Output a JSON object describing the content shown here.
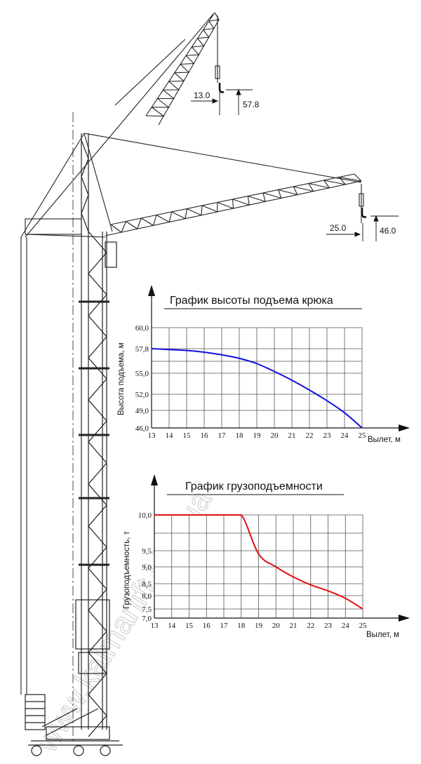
{
  "watermark": "www.kalmarlift.kiev.ua",
  "crane": {
    "dimensions": {
      "upper_reach": "13.0",
      "upper_height": "57.8",
      "lower_reach": "25.0",
      "lower_height": "46.0"
    },
    "icons": [
      "hook-icon",
      "hook-icon"
    ]
  },
  "chart_data": [
    {
      "type": "line",
      "title": "График высоты подъема крюка",
      "xlabel": "Вылет, м",
      "ylabel": "Высота подъема, м",
      "x_ticks": [
        13,
        14,
        15,
        16,
        17,
        18,
        19,
        20,
        21,
        22,
        23,
        24,
        25
      ],
      "y_ticks": [
        "46,0",
        "49,0",
        "52,0",
        "55,0",
        "57,8",
        "60,0"
      ],
      "xlim": [
        13,
        25
      ],
      "grid": true,
      "series": [
        {
          "color": "#1010e0",
          "x": [
            13,
            14,
            15,
            16,
            17,
            18,
            19,
            20,
            21,
            22,
            23,
            24,
            25
          ],
          "y": [
            57.8,
            57.7,
            57.6,
            57.4,
            57.1,
            56.7,
            56.1,
            55.2,
            54.0,
            52.6,
            50.8,
            48.6,
            46.0
          ]
        }
      ]
    },
    {
      "type": "line",
      "title": "График грузоподъемности",
      "xlabel": "Вылет, м",
      "ylabel": "Грузоподъемность, т",
      "x_ticks": [
        13,
        14,
        15,
        16,
        17,
        18,
        19,
        20,
        21,
        22,
        23,
        24,
        25
      ],
      "y_ticks": [
        "7,0",
        "7,5",
        "8,0",
        "8,5",
        "9,0",
        "9,5",
        "10,0"
      ],
      "xlim": [
        13,
        25
      ],
      "grid": true,
      "series": [
        {
          "color": "#e01010",
          "x": [
            13,
            14,
            15,
            16,
            17,
            18,
            19,
            20,
            21,
            22,
            23,
            24,
            25
          ],
          "y": [
            10.0,
            10.0,
            10.0,
            10.0,
            10.0,
            10.0,
            9.4,
            9.0,
            8.7,
            8.45,
            8.2,
            7.9,
            7.5
          ]
        }
      ]
    }
  ]
}
